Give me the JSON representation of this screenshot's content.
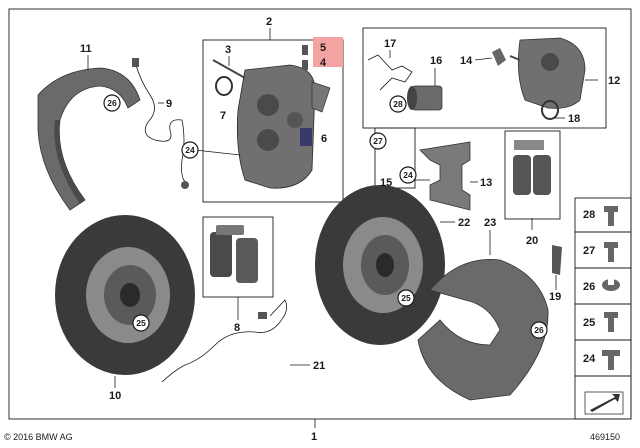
{
  "diagram": {
    "labels": {
      "l1": "1",
      "l2": "2",
      "l3": "3",
      "l4": "4",
      "l5": "5",
      "l6": "6",
      "l7": "7",
      "l8": "8",
      "l9": "9",
      "l10": "10",
      "l11": "11",
      "l12": "12",
      "l13": "13",
      "l14": "14",
      "l15": "15",
      "l16": "16",
      "l17": "17",
      "l18": "18",
      "l19": "19",
      "l20": "20",
      "l21": "21",
      "l22": "22",
      "l23": "23"
    },
    "circled": {
      "c24a": "24",
      "c24b": "24",
      "c25a": "25",
      "c25b": "25",
      "c26a": "26",
      "c26b": "26",
      "c27": "27",
      "c28": "28"
    },
    "legend": [
      "28",
      "27",
      "26",
      "25",
      "24"
    ],
    "highlight_color": "#f4a3a3"
  },
  "footer": {
    "copyright": "© 2016 BMW AG",
    "diagram_number": "469150"
  }
}
